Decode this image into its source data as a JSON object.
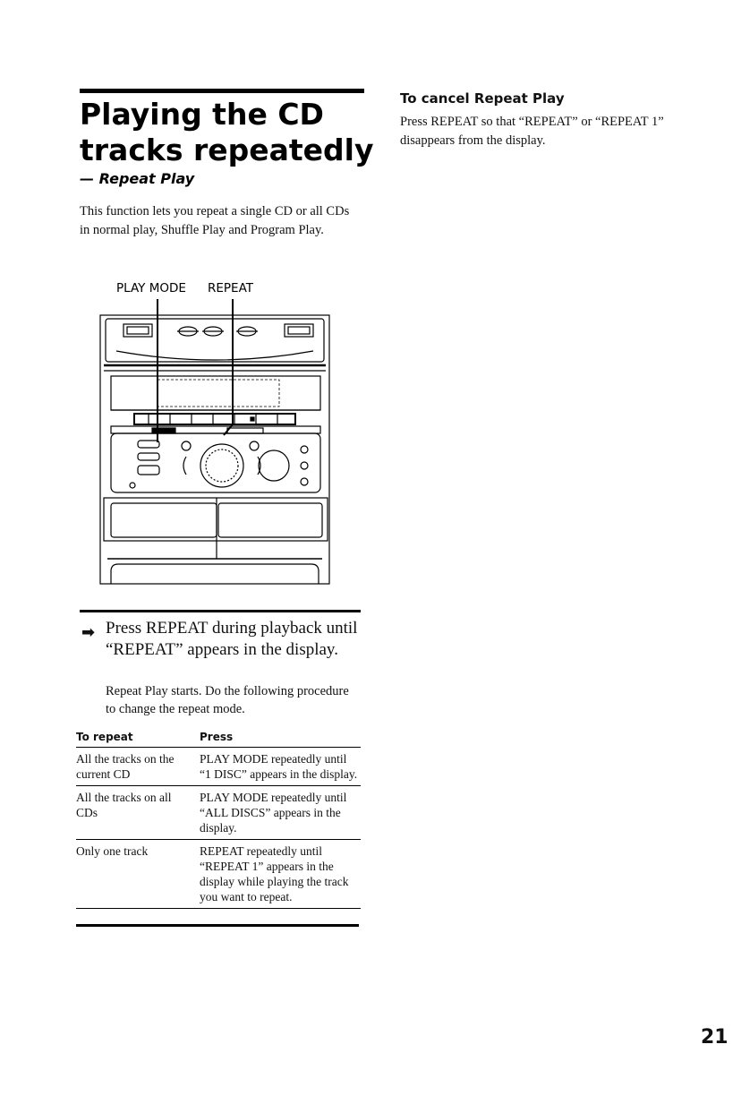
{
  "header": {
    "title": "Playing the CD tracks repeatedly",
    "subtitle": "— Repeat Play"
  },
  "intro": "This function lets you repeat a single CD or all CDs in normal play, Shuffle Play and Program Play.",
  "diagram": {
    "label_play_mode": "PLAY MODE",
    "label_repeat": "REPEAT"
  },
  "step": {
    "icon": "arrow-right-icon",
    "instruction": "Press REPEAT during playback until “REPEAT” appears in the display.",
    "detail": "Repeat Play starts. Do the following procedure to change the repeat mode."
  },
  "table": {
    "headers": [
      "To repeat",
      "Press"
    ],
    "rows": [
      [
        "All the tracks on the current CD",
        "PLAY MODE repeatedly until “1 DISC” appears in the display."
      ],
      [
        "All the tracks on all CDs",
        "PLAY MODE repeatedly until “ALL DISCS” appears in the display."
      ],
      [
        "Only one track",
        "REPEAT repeatedly until “REPEAT 1” appears in the display while playing the track you want to repeat."
      ]
    ]
  },
  "cancel": {
    "title": "To cancel Repeat Play",
    "text": "Press REPEAT so that “REPEAT” or “REPEAT 1” disappears from the display."
  },
  "page_number": "21"
}
